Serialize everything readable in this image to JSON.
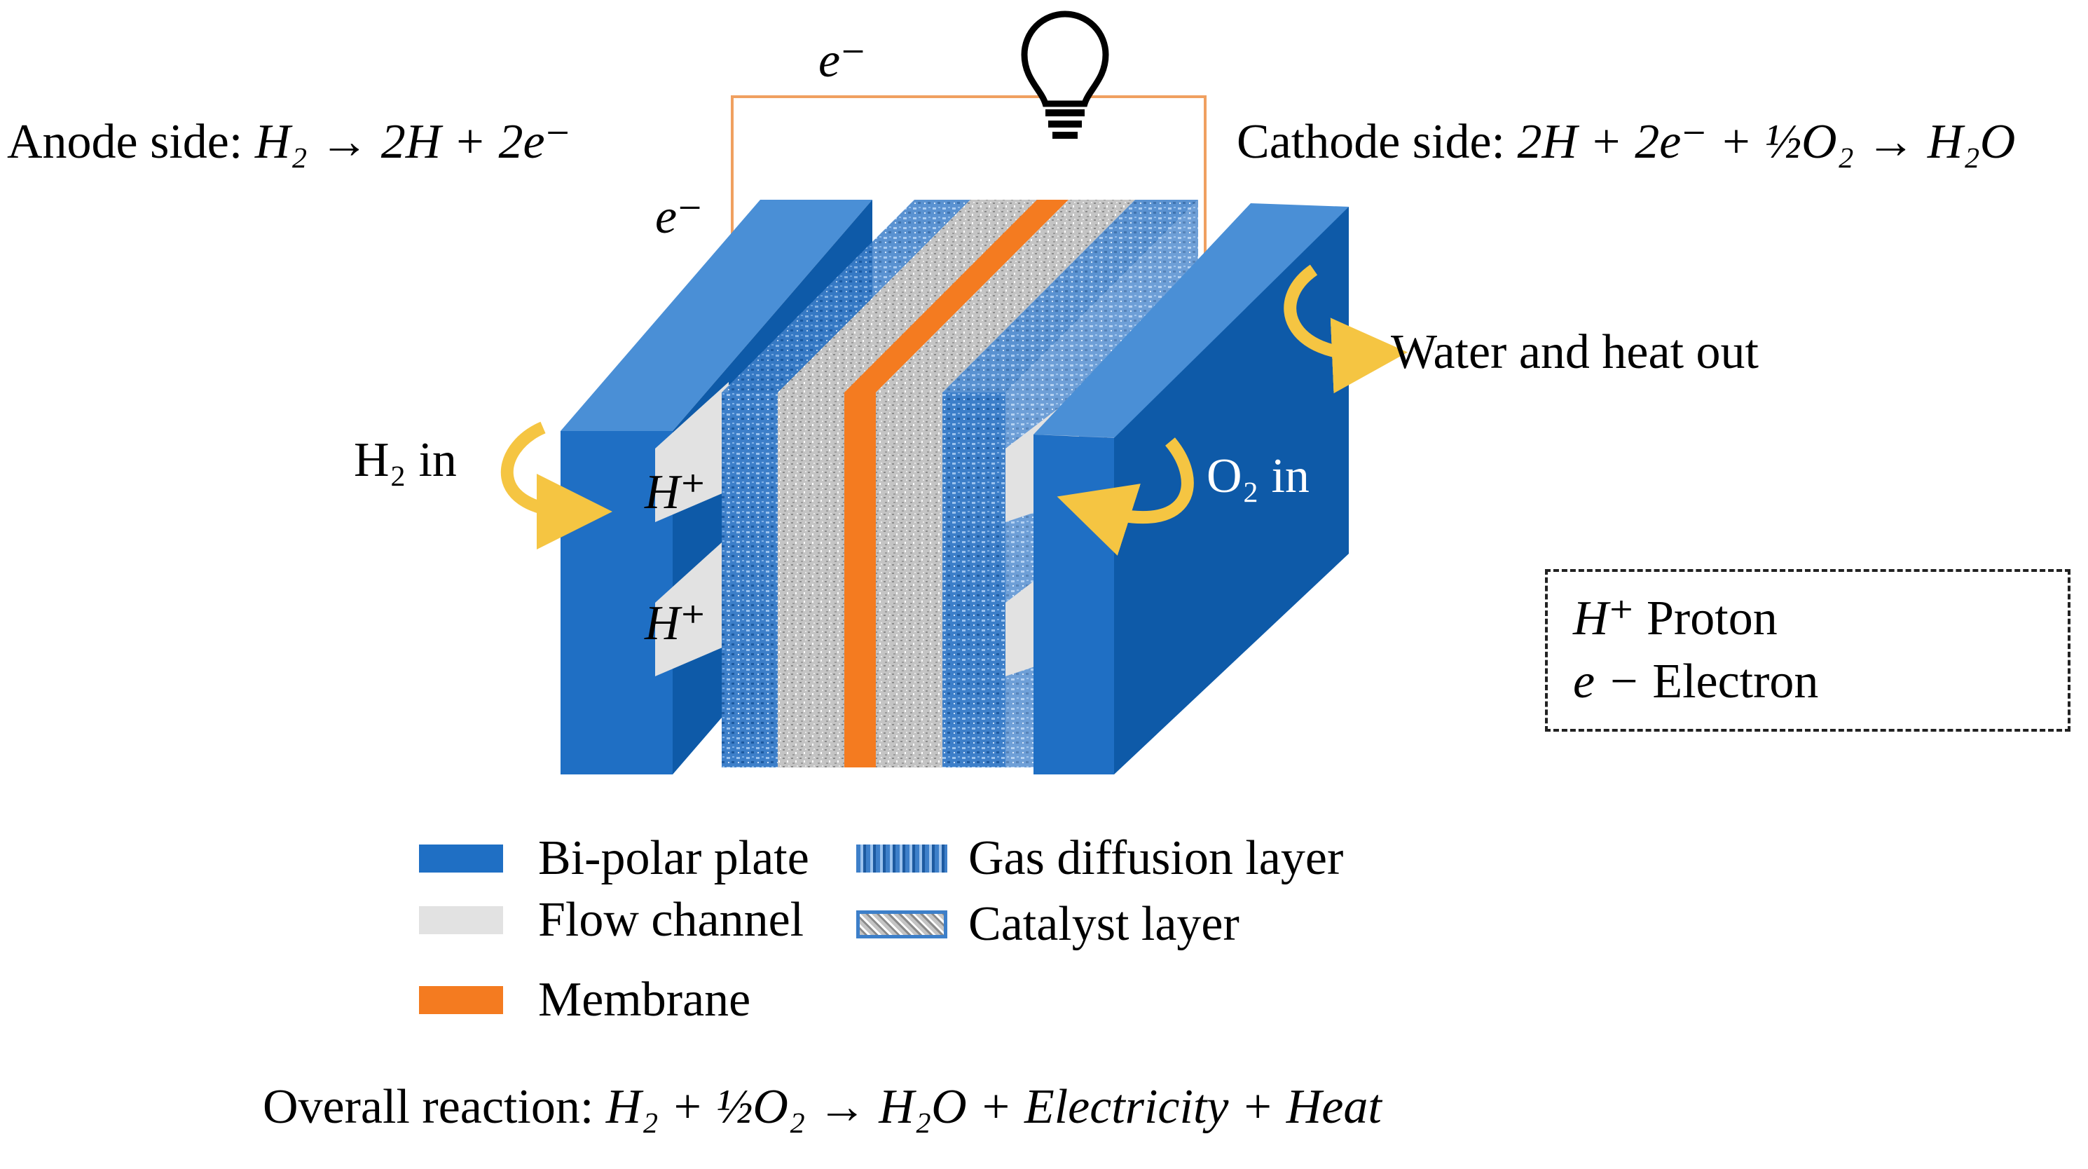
{
  "anode": {
    "prefix": "Anode side: ",
    "reaction": "H₂ → 2H + 2e⁻"
  },
  "cathode": {
    "prefix": "Cathode side: ",
    "reaction": "2H + 2e⁻ + ½O₂ → H₂O"
  },
  "electron_symbol": "e⁻",
  "flows": {
    "h2_in": "H₂ in",
    "o2_in": "O₂ in",
    "water_heat_out": "Water and heat out"
  },
  "proton_symbol": "H⁺",
  "key": {
    "proton": "Proton",
    "electron": "Electron"
  },
  "legend": {
    "bipolar_plate": "Bi-polar plate",
    "flow_channel": "Flow channel",
    "membrane": "Membrane",
    "gas_diffusion_layer": "Gas diffusion layer",
    "catalyst_layer": "Catalyst layer"
  },
  "overall": {
    "prefix": "Overall reaction: ",
    "reaction": "H₂ + ½O₂ → H₂O + Electricity + Heat"
  },
  "colors": {
    "plate_front": "#1f6fc4",
    "plate_side": "#0e5aa8",
    "plate_top": "#4a8fd6",
    "flow_channel": "#e2e2e2",
    "membrane": "#f47b20",
    "gdl": "#3d7fc9",
    "catalyst": "#b8b8b8",
    "arrow": "#f5c542",
    "wire": "#f0a060"
  }
}
